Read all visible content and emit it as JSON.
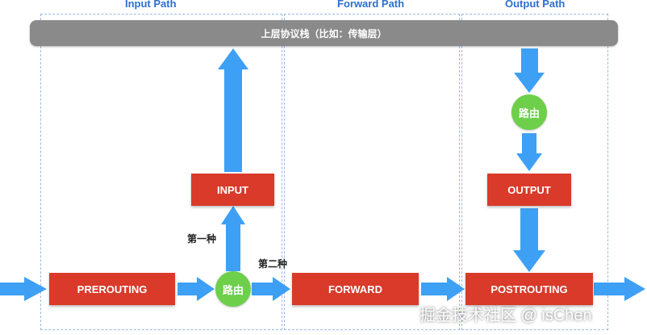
{
  "paths": {
    "input": "Input Path",
    "forward": "Forward Path",
    "output": "Output Path"
  },
  "top_layer": "上层协议栈（比如：传输层）",
  "chains": {
    "prerouting": "PREROUTING",
    "input": "INPUT",
    "forward": "FORWARD",
    "output": "OUTPUT",
    "postrouting": "POSTROUTING"
  },
  "routing": {
    "input_routing": "路由",
    "output_routing": "路由"
  },
  "labels": {
    "first": "第一种",
    "second": "第二种"
  },
  "watermark": "掘金技术社区 @ isChen",
  "colors": {
    "chain_box": "#d93a2a",
    "routing_circle": "#6dcf4a",
    "arrow": "#3ea0f5",
    "top_bar": "#8a8a8a",
    "path_title": "#2e6fd0"
  }
}
